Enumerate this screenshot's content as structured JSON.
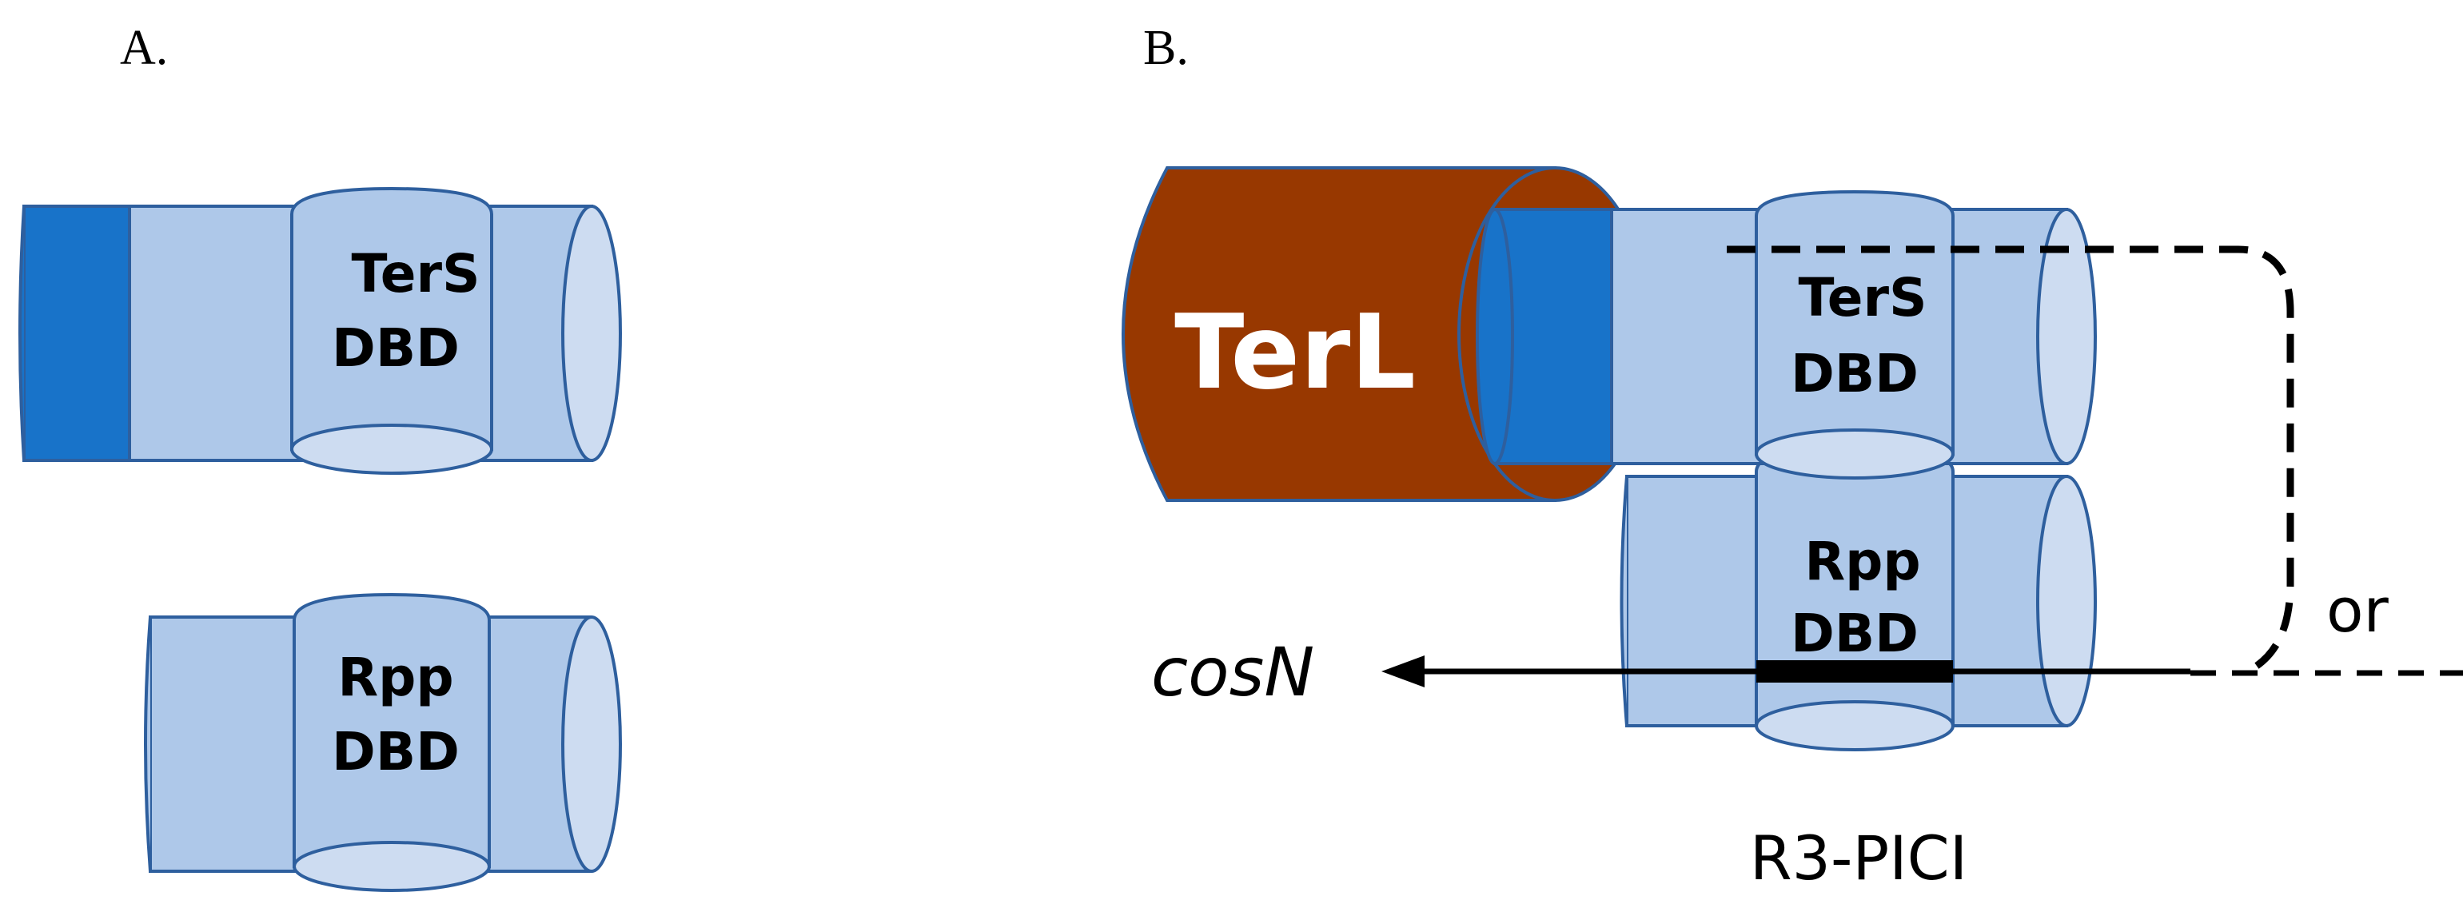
{
  "panels": {
    "a": {
      "label": "A."
    },
    "b": {
      "label": "B."
    }
  },
  "panel_a": {
    "ters": {
      "line1": "TerS",
      "line2": "DBD"
    },
    "rpp": {
      "line1": "Rpp",
      "line2": "DBD"
    }
  },
  "panel_b": {
    "terl": {
      "label": "TerL"
    },
    "ters": {
      "line1": "TerS",
      "line2": "DBD"
    },
    "rpp": {
      "line1": "Rpp",
      "line2": "DBD"
    },
    "cosn": "cosN",
    "or": "or",
    "caption": "R3-PICI"
  },
  "colors": {
    "cylinder_fill": "#aec8e9",
    "cylinder_end": "#cddcf1",
    "cylinder_stroke": "#2e5f9e",
    "dark_band": "#1873c9",
    "terl_fill": "#983800",
    "terl_stroke": "#2e5f9e",
    "line": "#000000"
  }
}
